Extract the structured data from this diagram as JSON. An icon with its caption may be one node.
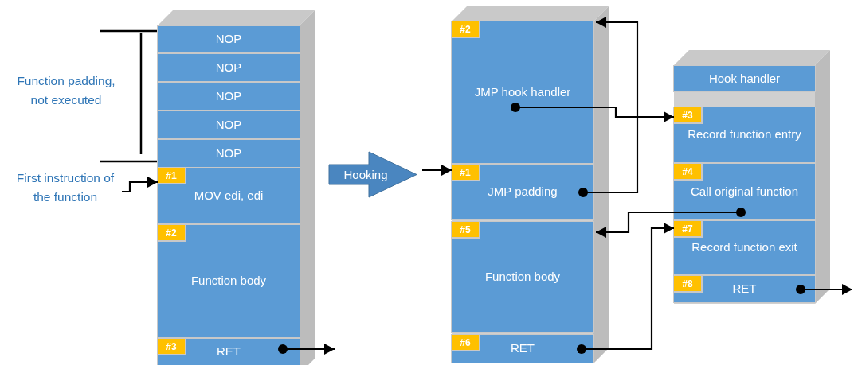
{
  "diagram": {
    "nodes": [
      {
        "text": [
          "NOP"
        ]
      },
      {
        "text": [
          "NOP"
        ]
      },
      {
        "text": [
          "NOP"
        ]
      },
      {
        "text": [
          "NOP"
        ]
      },
      {
        "text": [
          "NOP"
        ]
      },
      {
        "text": [
          "#1",
          "MOV edi, edi"
        ]
      },
      {
        "text": [
          "#2",
          "Function body"
        ]
      },
      {
        "text": [
          "#3",
          "RET"
        ]
      },
      {
        "text": [
          "First instruction of the function"
        ]
      },
      {
        "text": [
          "Hooking"
        ]
      },
      {
        "text": [
          "#2",
          "JMP hook handler"
        ]
      },
      {
        "text": [
          "#1",
          "JMP padding"
        ]
      },
      {
        "text": [
          "#5",
          "Function body"
        ]
      },
      {
        "text": [
          "#6",
          "RET"
        ]
      },
      {
        "text": [
          "Hook handler"
        ]
      },
      {
        "text": [
          "#3",
          "Record function entry"
        ]
      },
      {
        "text": [
          "#4",
          "Call original function"
        ]
      },
      {
        "text": [
          "#7",
          "Record function exit"
        ]
      },
      {
        "text": [
          "#8",
          "RET"
        ]
      }
    ],
    "edges": [
      {
        "from": 8,
        "to": 5,
        "arrow": "to"
      },
      {
        "from": 7,
        "to": null,
        "arrow": "to"
      },
      {
        "from": 9,
        "to": 11,
        "arrow": "to"
      },
      {
        "from": 11,
        "to": 10,
        "arrow": "to"
      },
      {
        "from": 10,
        "to": 15,
        "arrow": "to"
      },
      {
        "from": 16,
        "to": 12,
        "arrow": "to"
      },
      {
        "from": 13,
        "to": 17,
        "arrow": "to"
      },
      {
        "from": 18,
        "to": null,
        "arrow": "to"
      }
    ],
    "labels": [
      "Function padding, not executed"
    ]
  }
}
